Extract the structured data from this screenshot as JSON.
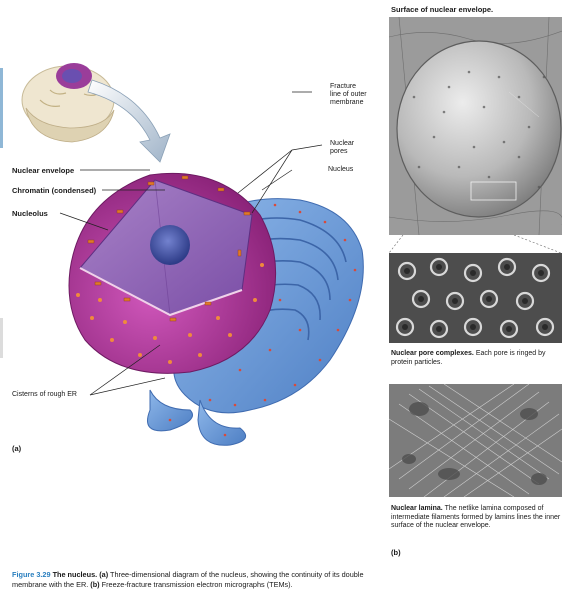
{
  "labels": {
    "nuclear_envelope": "Nuclear envelope",
    "chromatin": "Chromatin (condensed)",
    "nucleolus": "Nucleolus",
    "cisterns": "Cisterns of rough ER",
    "part_a": "(a)",
    "fracture": [
      "Fracture",
      "line of outer",
      "membrane"
    ],
    "nuclear_pores": [
      "Nuclear",
      "pores"
    ],
    "nucleus": "Nucleus",
    "part_b": "(b)"
  },
  "panels": {
    "surface_title": "Surface of nuclear envelope.",
    "pore_title": "Nuclear pore complexes.",
    "pore_text": "Each pore is ringed by protein particles.",
    "lamina_title": "Nuclear lamina.",
    "lamina_text": "The netlike lamina composed of intermediate filaments formed by lamins lines the inner surface of the nuclear envelope."
  },
  "caption": {
    "figure_number": "Figure 3.29",
    "title": "The nucleus.",
    "part_a_label": "(a)",
    "part_a_text": "Three-dimensional diagram of the nucleus, showing the continuity of its double membrane with the ER.",
    "part_b_label": "(b)",
    "part_b_text": "Freeze-fracture transmission electron micrographs (TEMs)."
  },
  "colors": {
    "nucleus_magenta": "#b23aa0",
    "chromatin_purple": "#8e5fb5",
    "nucleolus_blue": "#3d4fa0",
    "er_blue": "#6f9fd8",
    "pore_orange": "#e0782a",
    "caption_blue": "#2a7fbf"
  }
}
